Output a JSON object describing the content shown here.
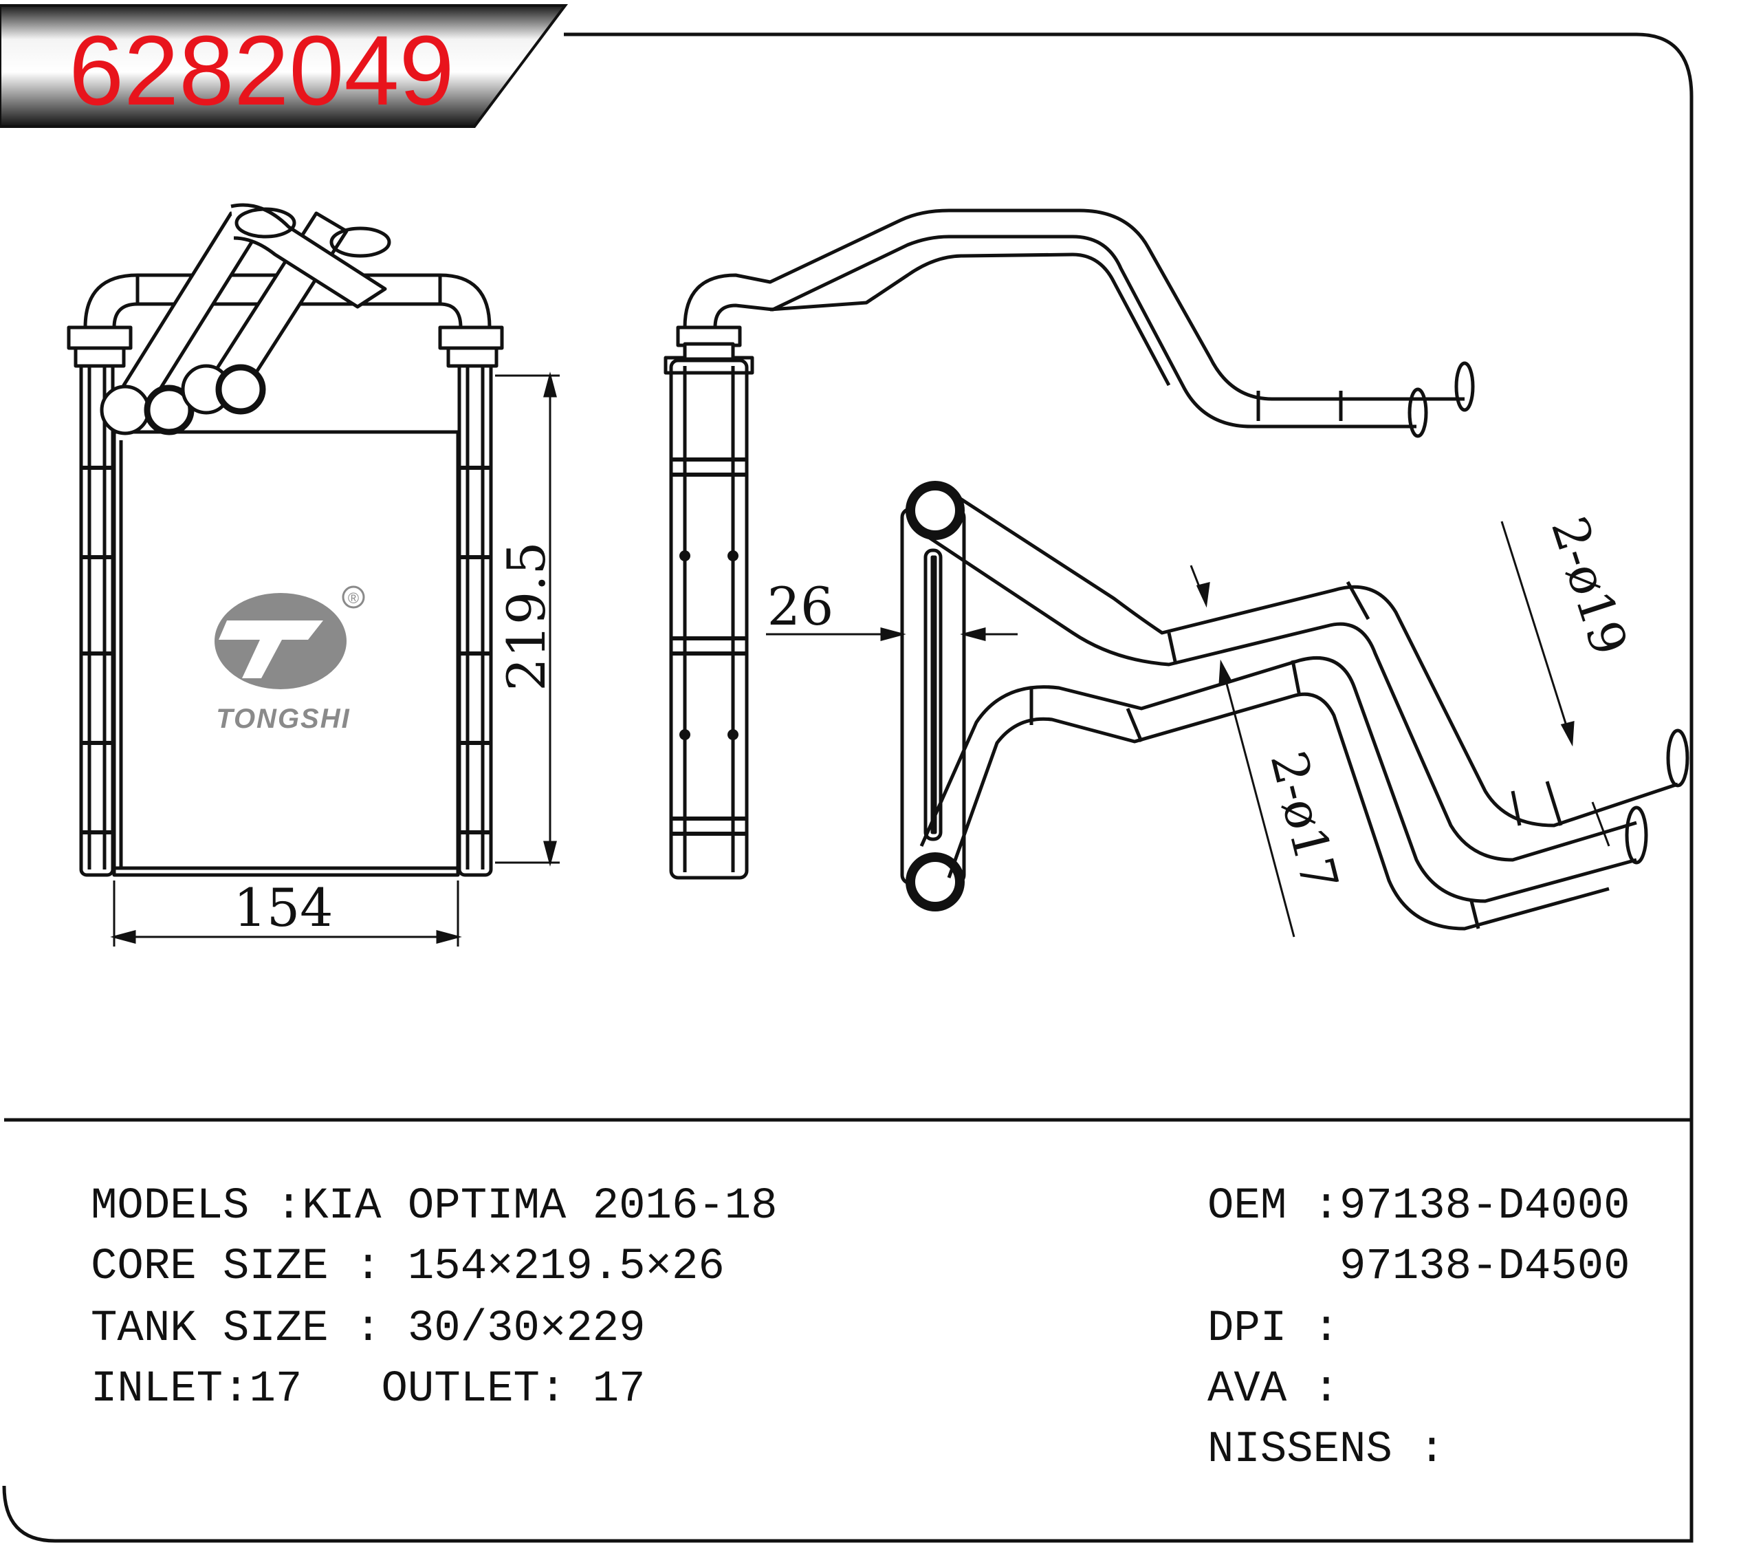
{
  "part_number": "6282049",
  "brand": {
    "name": "TONGSHI",
    "registered_mark": "®"
  },
  "dimensions": {
    "width": "154",
    "height": "219.5",
    "depth": "26",
    "outlet_pipe": "2-ø19",
    "inlet_pipe": "2-ø17"
  },
  "specs_left": [
    {
      "text": "MODELS :KIA OPTIMA 2016-18"
    },
    {
      "text": "CORE SIZE : 154×219.5×26"
    },
    {
      "text": "TANK SIZE : 30/30×229"
    },
    {
      "text": "INLET:17   OUTLET: 17"
    }
  ],
  "specs_right": [
    {
      "text": "OEM :97138-D4000"
    },
    {
      "text": "     97138-D4500"
    },
    {
      "text": "DPI :"
    },
    {
      "text": "AVA :"
    },
    {
      "text": "NISSENS :"
    }
  ],
  "colors": {
    "part_number_red": "#e8141c",
    "line": "#111111",
    "logo_gray": "#8a8a8a"
  }
}
